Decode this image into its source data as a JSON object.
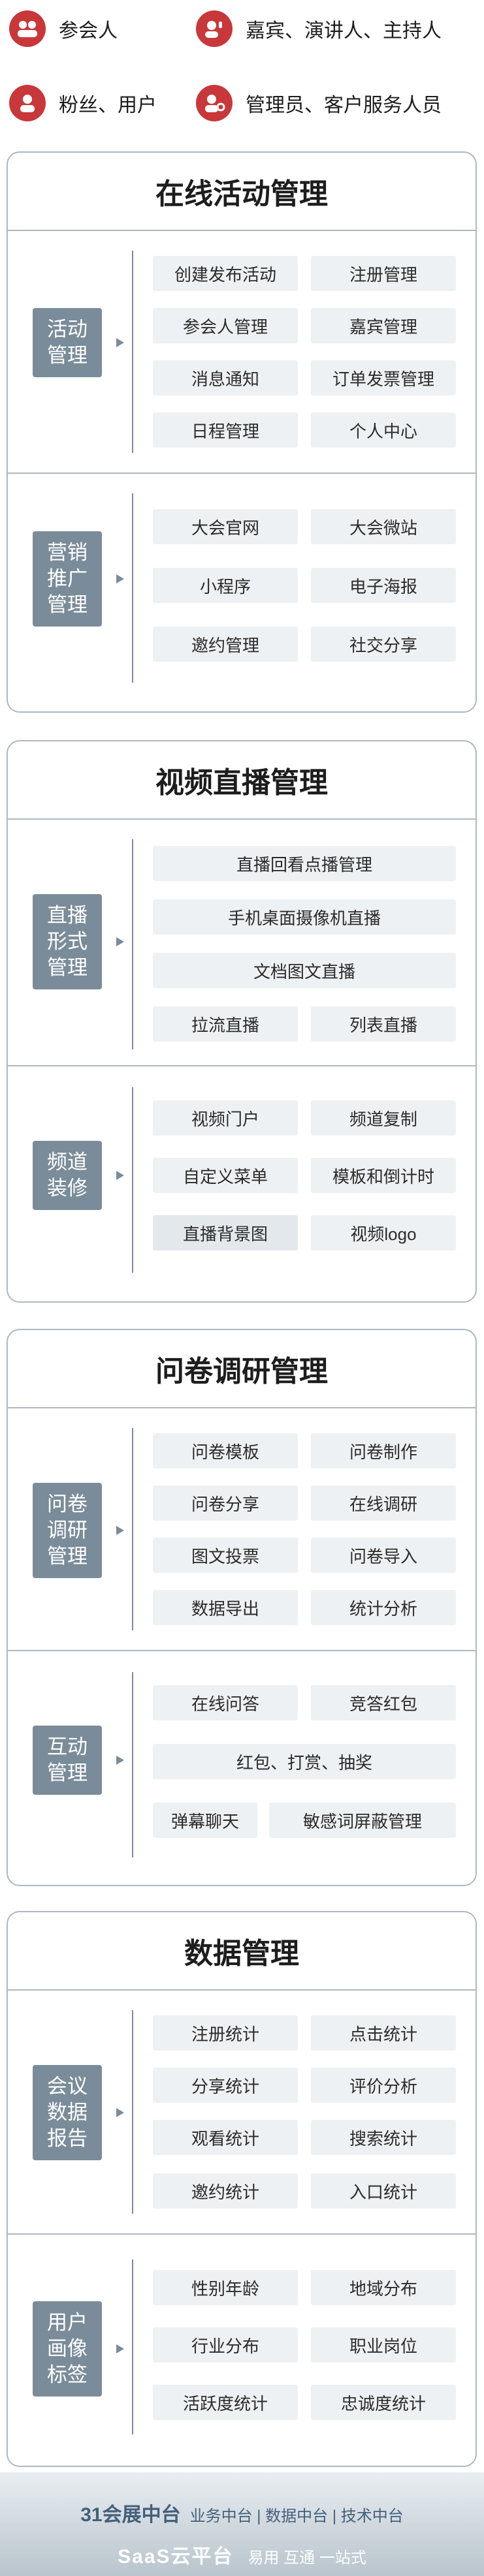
{
  "roles": [
    {
      "label": "参会人",
      "icon": "group-icon"
    },
    {
      "label": "嘉宾、演讲人、主持人",
      "icon": "speaker-icon"
    },
    {
      "label": "粉丝、用户",
      "icon": "user-icon"
    },
    {
      "label": "管理员、客户服务人员",
      "icon": "admin-icon"
    }
  ],
  "sections": [
    {
      "title": "在线活动管理",
      "groups": [
        {
          "category": "活动\n管理",
          "items": [
            "创建发布活动",
            "注册管理",
            "参会人管理",
            "嘉宾管理",
            "消息通知",
            "订单发票管理",
            "日程管理",
            "个人中心"
          ]
        },
        {
          "category": "营销\n推广\n管理",
          "items": [
            "大会官网",
            "大会微站",
            "小程序",
            "电子海报",
            "邀约管理",
            "社交分享"
          ]
        }
      ]
    },
    {
      "title": "视频直播管理",
      "groups": [
        {
          "category": "直播\n形式\n管理",
          "items": [
            "直播回看点播管理",
            "手机桌面摄像机直播",
            "文档图文直播",
            "拉流直播",
            "列表直播"
          ]
        },
        {
          "category": "频道\n装修",
          "items": [
            "视频门户",
            "频道复制",
            "自定义菜单",
            "模板和倒计时",
            "直播背景图",
            "视频logo"
          ]
        }
      ]
    },
    {
      "title": "问卷调研管理",
      "groups": [
        {
          "category": "问卷\n调研\n管理",
          "items": [
            "问卷模板",
            "问卷制作",
            "问卷分享",
            "在线调研",
            "图文投票",
            "问卷导入",
            "数据导出",
            "统计分析"
          ]
        },
        {
          "category": "互动\n管理",
          "items": [
            "在线问答",
            "竞答红包",
            "红包、打赏、抽奖",
            "弹幕聊天",
            "敏感词屏蔽管理"
          ]
        }
      ]
    },
    {
      "title": "数据管理",
      "groups": [
        {
          "category": "会议\n数据\n报告",
          "items": [
            "注册统计",
            "点击统计",
            "分享统计",
            "评价分析",
            "观看统计",
            "搜索统计",
            "邀约统计",
            "入口统计"
          ]
        },
        {
          "category": "用户\n画像\n标签",
          "items": [
            "性别年龄",
            "地域分布",
            "行业分布",
            "职业岗位",
            "活跃度统计",
            "忠诚度统计"
          ]
        }
      ]
    }
  ],
  "footer": {
    "brand": "31会展中台",
    "brand_sub": "业务中台 | 数据中台 | 技术中台",
    "platform": "SaaS云平台",
    "platform_sub": "易用  互通  一站式"
  }
}
